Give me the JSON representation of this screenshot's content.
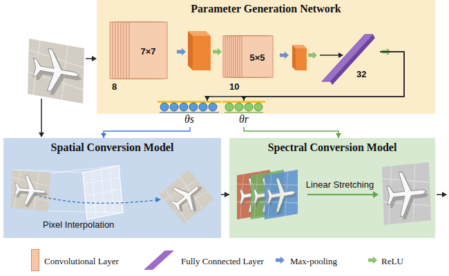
{
  "diagram": {
    "nodes": [
      {
        "text": [
          "Parameter Generation Network"
        ]
      },
      {
        "text": [
          "7×7",
          "8"
        ],
        "in": 0
      },
      {
        "text": [
          "5×5",
          "10"
        ],
        "in": 0
      },
      {
        "text": [
          "32"
        ],
        "in": 0
      },
      {
        "text": [
          "θs"
        ]
      },
      {
        "text": [
          "θr"
        ]
      },
      {
        "text": [
          "Spatial Conversion Model",
          "Pixel Interpolation"
        ]
      },
      {
        "text": [
          "Spectral Conversion Model",
          "Linear Stretching"
        ]
      }
    ],
    "edges": [
      {
        "from": 3,
        "to": 4,
        "arrow": "to"
      },
      {
        "from": 3,
        "to": 5,
        "arrow": "to"
      },
      {
        "from": 4,
        "to": 6,
        "arrow": "to"
      },
      {
        "from": 5,
        "to": 7,
        "arrow": "to"
      },
      {
        "from": 6,
        "to": 7,
        "arrow": "to"
      }
    ],
    "legend": [
      {
        "text": "Convolutional Layer",
        "color": "#f6c6a6"
      },
      {
        "text": "Fully Connected Layer",
        "color": "#9b6cc8"
      },
      {
        "text": "Max-pooling"
      },
      {
        "text": "ReLU"
      }
    ]
  }
}
